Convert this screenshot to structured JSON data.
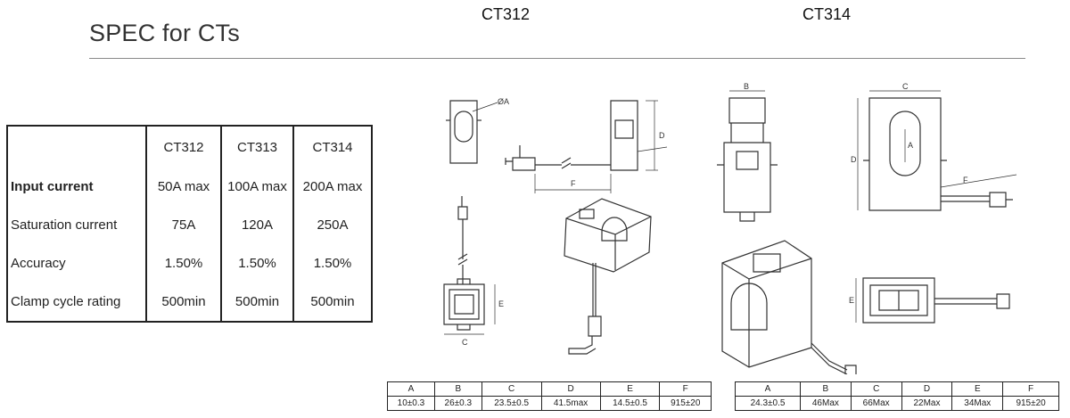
{
  "header": {
    "title": "SPEC for CTs",
    "model_left": "CT312",
    "model_right": "CT314"
  },
  "spec_table": {
    "columns": [
      "",
      "CT312",
      "CT313",
      "CT314"
    ],
    "rows": [
      {
        "label": "Input current",
        "values": [
          "50A max",
          "100A max",
          "200A max"
        ]
      },
      {
        "label": "Saturation current",
        "values": [
          "75A",
          "120A",
          "250A"
        ]
      },
      {
        "label": "Accuracy",
        "values": [
          "1.50%",
          "1.50%",
          "1.50%"
        ]
      },
      {
        "label": "Clamp cycle rating",
        "values": [
          "500min",
          "500min",
          "500min"
        ]
      }
    ]
  },
  "ct312_dimensions": {
    "headers": [
      "A",
      "B",
      "C",
      "D",
      "E",
      "F"
    ],
    "values": [
      "10±0.3",
      "26±0.3",
      "23.5±0.5",
      "41.5max",
      "14.5±0.5",
      "915±20"
    ]
  },
  "ct314_dimensions": {
    "headers": [
      "A",
      "B",
      "C",
      "D",
      "E",
      "F"
    ],
    "values": [
      "24.3±0.5",
      "46Max",
      "66Max",
      "22Max",
      "34Max",
      "915±20"
    ]
  },
  "drawing_labels": {
    "ct312_dia": "ØA",
    "ct312_d": "D",
    "ct312_f": "F",
    "ct312_e": "E",
    "ct312_c": "C",
    "ct314_b_top": "B",
    "ct314_c": "C",
    "ct314_a": "A",
    "ct314_d": "D",
    "ct314_f": "F",
    "ct314_e": "E"
  }
}
